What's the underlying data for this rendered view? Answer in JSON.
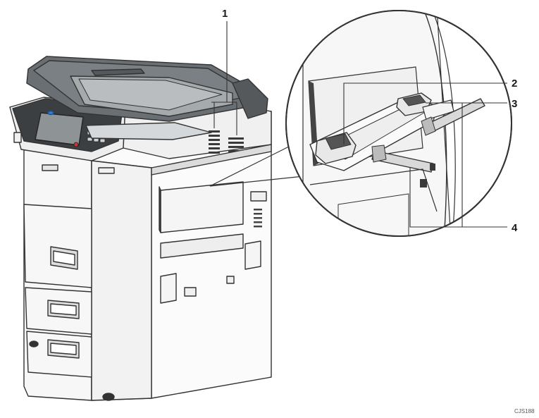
{
  "callouts": [
    {
      "number": "1",
      "target": "exhaust-vents"
    },
    {
      "number": "2",
      "target": "bypass-tray-paper-guide"
    },
    {
      "number": "3",
      "target": "bypass-tray-extender"
    },
    {
      "number": "4",
      "target": "bypass-tray-support-arms"
    }
  ],
  "figure_code": "CJS188",
  "colors": {
    "body": "#f7f7f7",
    "outline": "#333333",
    "lid": "#6a6f73",
    "lid_dark": "#55595c",
    "vent": "#3a3a3a",
    "panel": "#3c3f42",
    "accent": "#2a7fd4",
    "arm": "#d9d9d9"
  }
}
